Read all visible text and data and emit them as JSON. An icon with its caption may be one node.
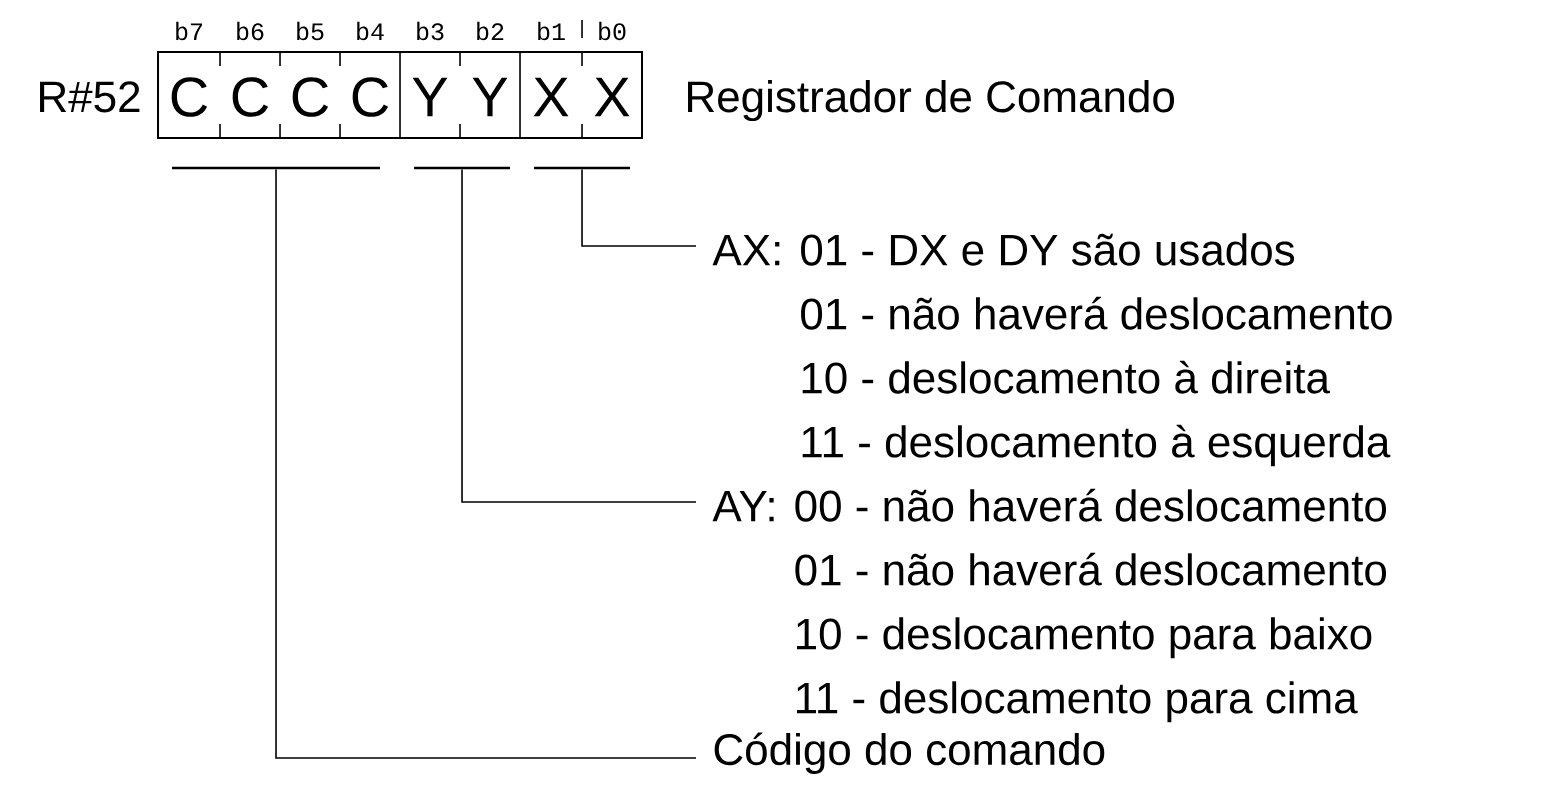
{
  "diagram": {
    "nodes": [
      {
        "text": [
          "C"
        ],
        "beside": [
          "b7"
        ]
      },
      {
        "text": [
          "C"
        ],
        "beside": [
          "b6"
        ]
      },
      {
        "text": [
          "C"
        ],
        "beside": [
          "b5"
        ]
      },
      {
        "text": [
          "C"
        ],
        "beside": [
          "b4"
        ]
      },
      {
        "text": [
          "Y"
        ],
        "beside": [
          "b3"
        ]
      },
      {
        "text": [
          "Y"
        ],
        "beside": [
          "b2"
        ]
      },
      {
        "text": [
          "X"
        ],
        "beside": [
          "b1"
        ]
      },
      {
        "text": [
          "X"
        ],
        "beside": [
          "b0"
        ]
      },
      {
        "text": [],
        "shape": "bar"
      },
      {
        "text": [],
        "shape": "bar"
      },
      {
        "text": [],
        "shape": "bar"
      },
      {
        "text": [
          "AX:",
          "01 - DX e DY são usados",
          "01 - não haverá deslocamento",
          "10 - deslocamento à direita",
          "11 - deslocamento à esquerda"
        ]
      },
      {
        "text": [
          "AY:",
          "00 - não haverá deslocamento",
          "01 - não haverá deslocamento",
          "10 - deslocamento para baixo",
          "11 - deslocamento para cima"
        ]
      },
      {
        "text": [
          "Código do comando"
        ]
      }
    ],
    "edges": [
      {
        "from": 10,
        "to": 11,
        "arrow": "none"
      },
      {
        "from": 9,
        "to": 12,
        "arrow": "none"
      },
      {
        "from": 8,
        "to": 13,
        "arrow": "none"
      }
    ],
    "labels": [
      "R#52",
      "Registrador de Comando"
    ]
  }
}
